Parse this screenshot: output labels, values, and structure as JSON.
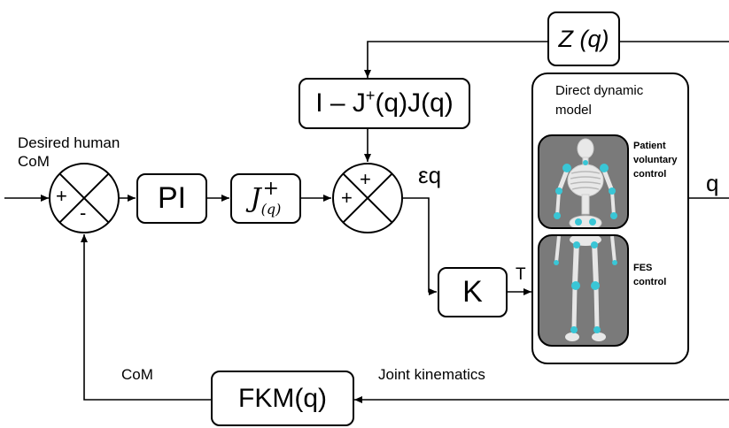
{
  "inputs": {
    "desired_com": "Desired human\nCoM"
  },
  "sum1": {
    "top_sign": "+",
    "bottom_sign": "-"
  },
  "sum2": {
    "top_sign": "+",
    "left_sign": "+"
  },
  "blocks": {
    "pi": "PI",
    "jplus_base": "J",
    "jplus_sup": "+",
    "jplus_sub": "(q)",
    "projector_prefix": "I – J",
    "projector_sup": "+",
    "projector_suffix": "(q)J(q)",
    "z": "Z (q)",
    "k": "K",
    "fkm": "FKM(q)"
  },
  "signals": {
    "eps_q": "εq",
    "torque": "T",
    "q_out": "q",
    "com_feedback": "CoM",
    "joint_kinematics": "Joint kinematics"
  },
  "model": {
    "title": "Direct dynamic\nmodel",
    "patient_label": "Patient\nvoluntary\ncontrol",
    "fes_label": "FES\ncontrol"
  },
  "colors": {
    "line": "#000000",
    "joint_marker": "#39c6d6",
    "panel_bg": "#7a7a7a"
  }
}
